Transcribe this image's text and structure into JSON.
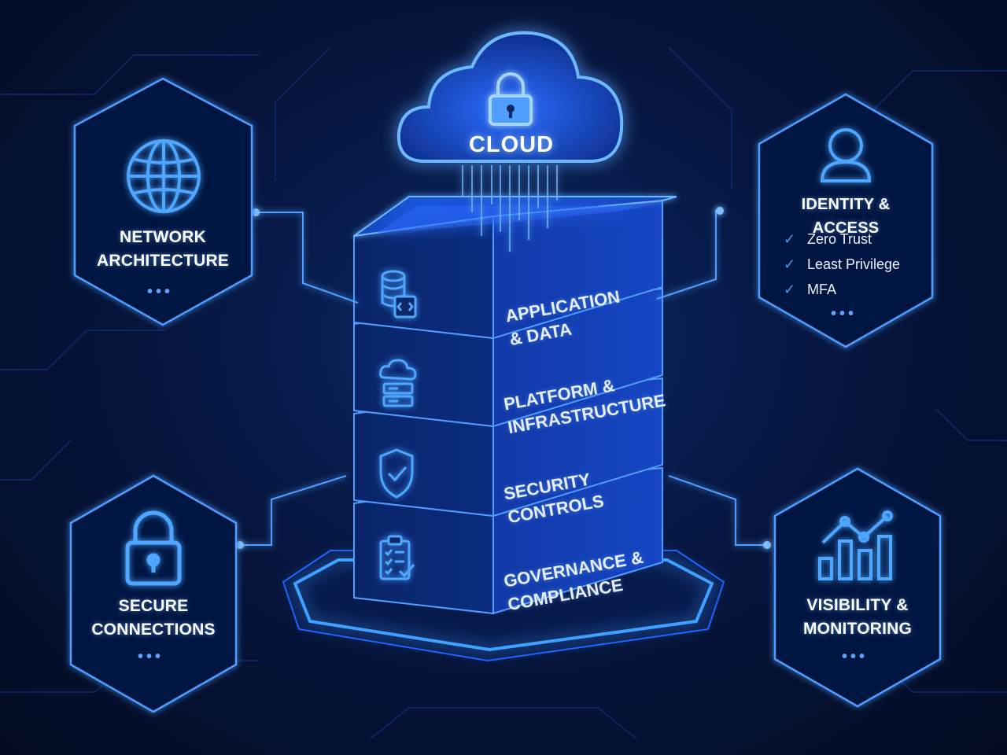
{
  "cloud": {
    "label": "CLOUD",
    "icon": "lock-icon"
  },
  "layers": [
    {
      "id": "application",
      "lines": [
        "APPLICATION",
        "& DATA"
      ],
      "icon": "database-code-icon"
    },
    {
      "id": "platform",
      "lines": [
        "PLATFORM &",
        "INFRASTRUCTURE"
      ],
      "icon": "cloud-server-icon"
    },
    {
      "id": "security",
      "lines": [
        "SECURITY",
        "CONTROLS"
      ],
      "icon": "shield-check-icon"
    },
    {
      "id": "governance",
      "lines": [
        "GOVERNANCE &",
        "COMPLIANCE"
      ],
      "icon": "clipboard-checklist-icon"
    }
  ],
  "nodes": {
    "network": {
      "lines": [
        "NETWORK",
        "ARCHITECTURE"
      ],
      "icon": "globe-icon",
      "more": "•••"
    },
    "identity": {
      "title": "IDENTITY & ACCESS",
      "icon": "user-icon",
      "items": [
        "Zero Trust",
        "Least Privilege",
        "MFA"
      ],
      "more": "•••"
    },
    "secure": {
      "lines": [
        "SECURE",
        "CONNECTIONS"
      ],
      "icon": "padlock-icon",
      "more": "•••"
    },
    "visibility": {
      "lines": [
        "VISIBILITY &",
        "MONITORING"
      ],
      "icon": "bar-chart-trend-icon",
      "more": "•••"
    }
  },
  "colors": {
    "glow": "#3f8cff",
    "accent": "#5fa2ff",
    "stroke": "#4f9dff",
    "background": "#061640"
  }
}
